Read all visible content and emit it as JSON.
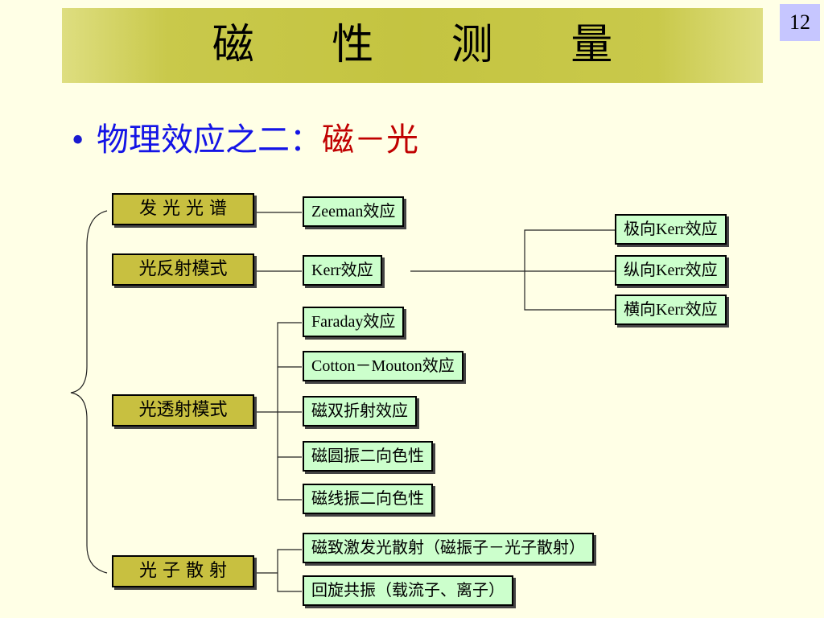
{
  "slide": {
    "title": "磁 性 测 量",
    "page_number": "12",
    "colors": {
      "background": "#ffffe6",
      "title_bar": "#c4c441",
      "category_box": "#c8c040",
      "leaf_box": "#ccffcc",
      "page_badge": "#c6c6ff",
      "bullet_blue": "#1414e6",
      "bullet_red": "#c00000"
    }
  },
  "bullet": {
    "dot": "•",
    "prefix": "物理效应之二：",
    "highlight": "磁－光"
  },
  "categories": {
    "emission": "发 光 光 谱",
    "reflection": "光反射模式",
    "transmission": "光透射模式",
    "scattering": "光 子 散 射"
  },
  "effects": {
    "zeeman": "Zeeman效应",
    "kerr": "Kerr效应",
    "kerr_polar": "极向Kerr效应",
    "kerr_longitudinal": "纵向Kerr效应",
    "kerr_transverse": "横向Kerr效应",
    "faraday": "Faraday效应",
    "cotton_mouton": "Cotton－Mouton效应",
    "magnetic_birefringence": "磁双折射效应",
    "circular_dichroism": "磁圆振二向色性",
    "linear_dichroism": "磁线振二向色性",
    "magnetic_scattering": "磁致激发光散射（磁振子－光子散射）",
    "cyclotron_resonance": "回旋共振（载流子、离子）"
  }
}
